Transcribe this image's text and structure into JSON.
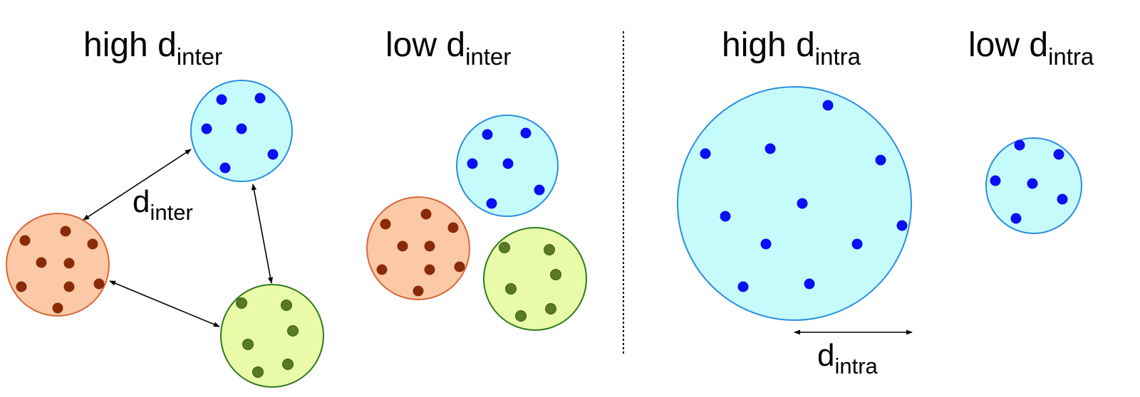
{
  "panels": {
    "high_inter": {
      "prefix": "high d",
      "sub": "inter"
    },
    "low_inter": {
      "prefix": "low d",
      "sub": "inter"
    },
    "high_intra": {
      "prefix": "high d",
      "sub": "intra"
    },
    "low_intra": {
      "prefix": "low d",
      "sub": "intra"
    }
  },
  "annotations": {
    "inter_distance": {
      "prefix": "d",
      "sub": "inter"
    },
    "intra_distance": {
      "prefix": "d",
      "sub": "intra"
    }
  },
  "colors": {
    "blue_cluster_fill": "#c6fbfb",
    "blue_cluster_stroke": "#2a8ee0",
    "blue_point": "#0a10f2",
    "orange_cluster_fill": "#fbc9a6",
    "orange_cluster_stroke": "#d8663a",
    "orange_point": "#8a2a08",
    "green_cluster_fill": "#e9fba8",
    "green_cluster_stroke": "#2c7b1c",
    "green_point": "#587a24",
    "divider": "#000000"
  }
}
